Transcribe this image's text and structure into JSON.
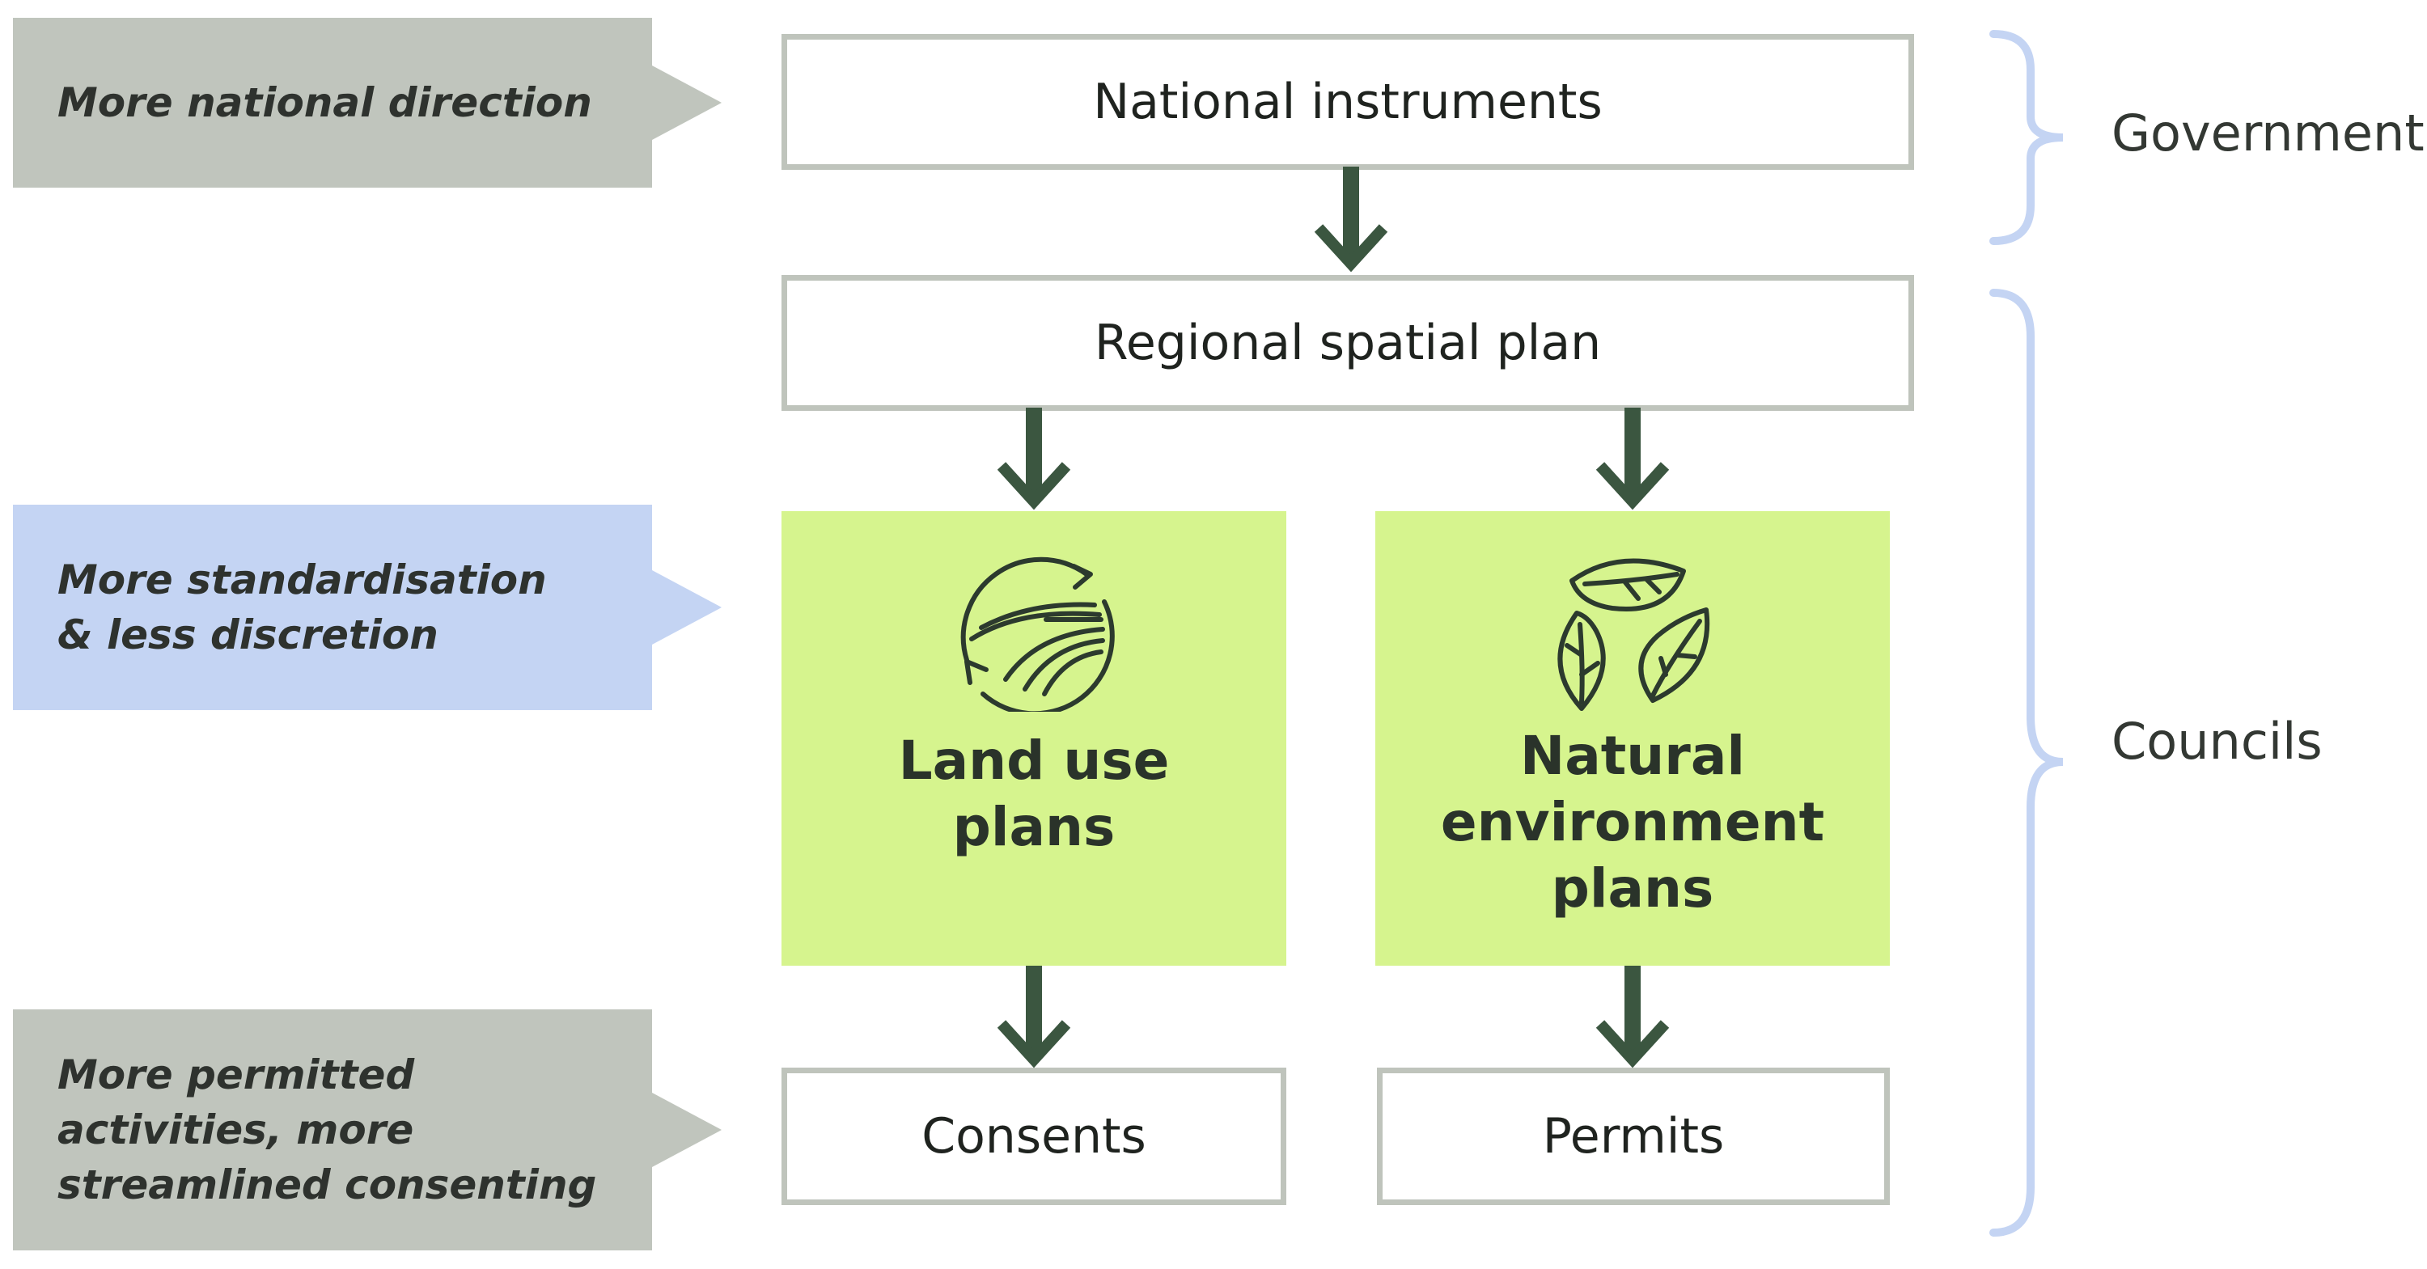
{
  "tags": {
    "national_direction": "More national direction",
    "standardisation": "More standardisation\n& less discretion",
    "permitted": "More permitted\nactivities, more\nstreamlined consenting"
  },
  "boxes": {
    "national_instruments": "National instruments",
    "regional_spatial_plan": "Regional spatial plan",
    "land_use_plans": "Land use\nplans",
    "natural_environment_plans": "Natural\nenvironment\nplans",
    "consents": "Consents",
    "permits": "Permits"
  },
  "groups": {
    "government": "Government",
    "councils": "Councils"
  },
  "icons": {
    "land_use": "land-cycle-icon",
    "natural_environment": "leaves-cycle-icon"
  },
  "colors": {
    "grey_tag": "#c0c5bd",
    "blue_tag": "#c4d4f3",
    "plan_fill": "#d6f48e",
    "arrow": "#3b5640",
    "brace": "#c4d4f3"
  }
}
